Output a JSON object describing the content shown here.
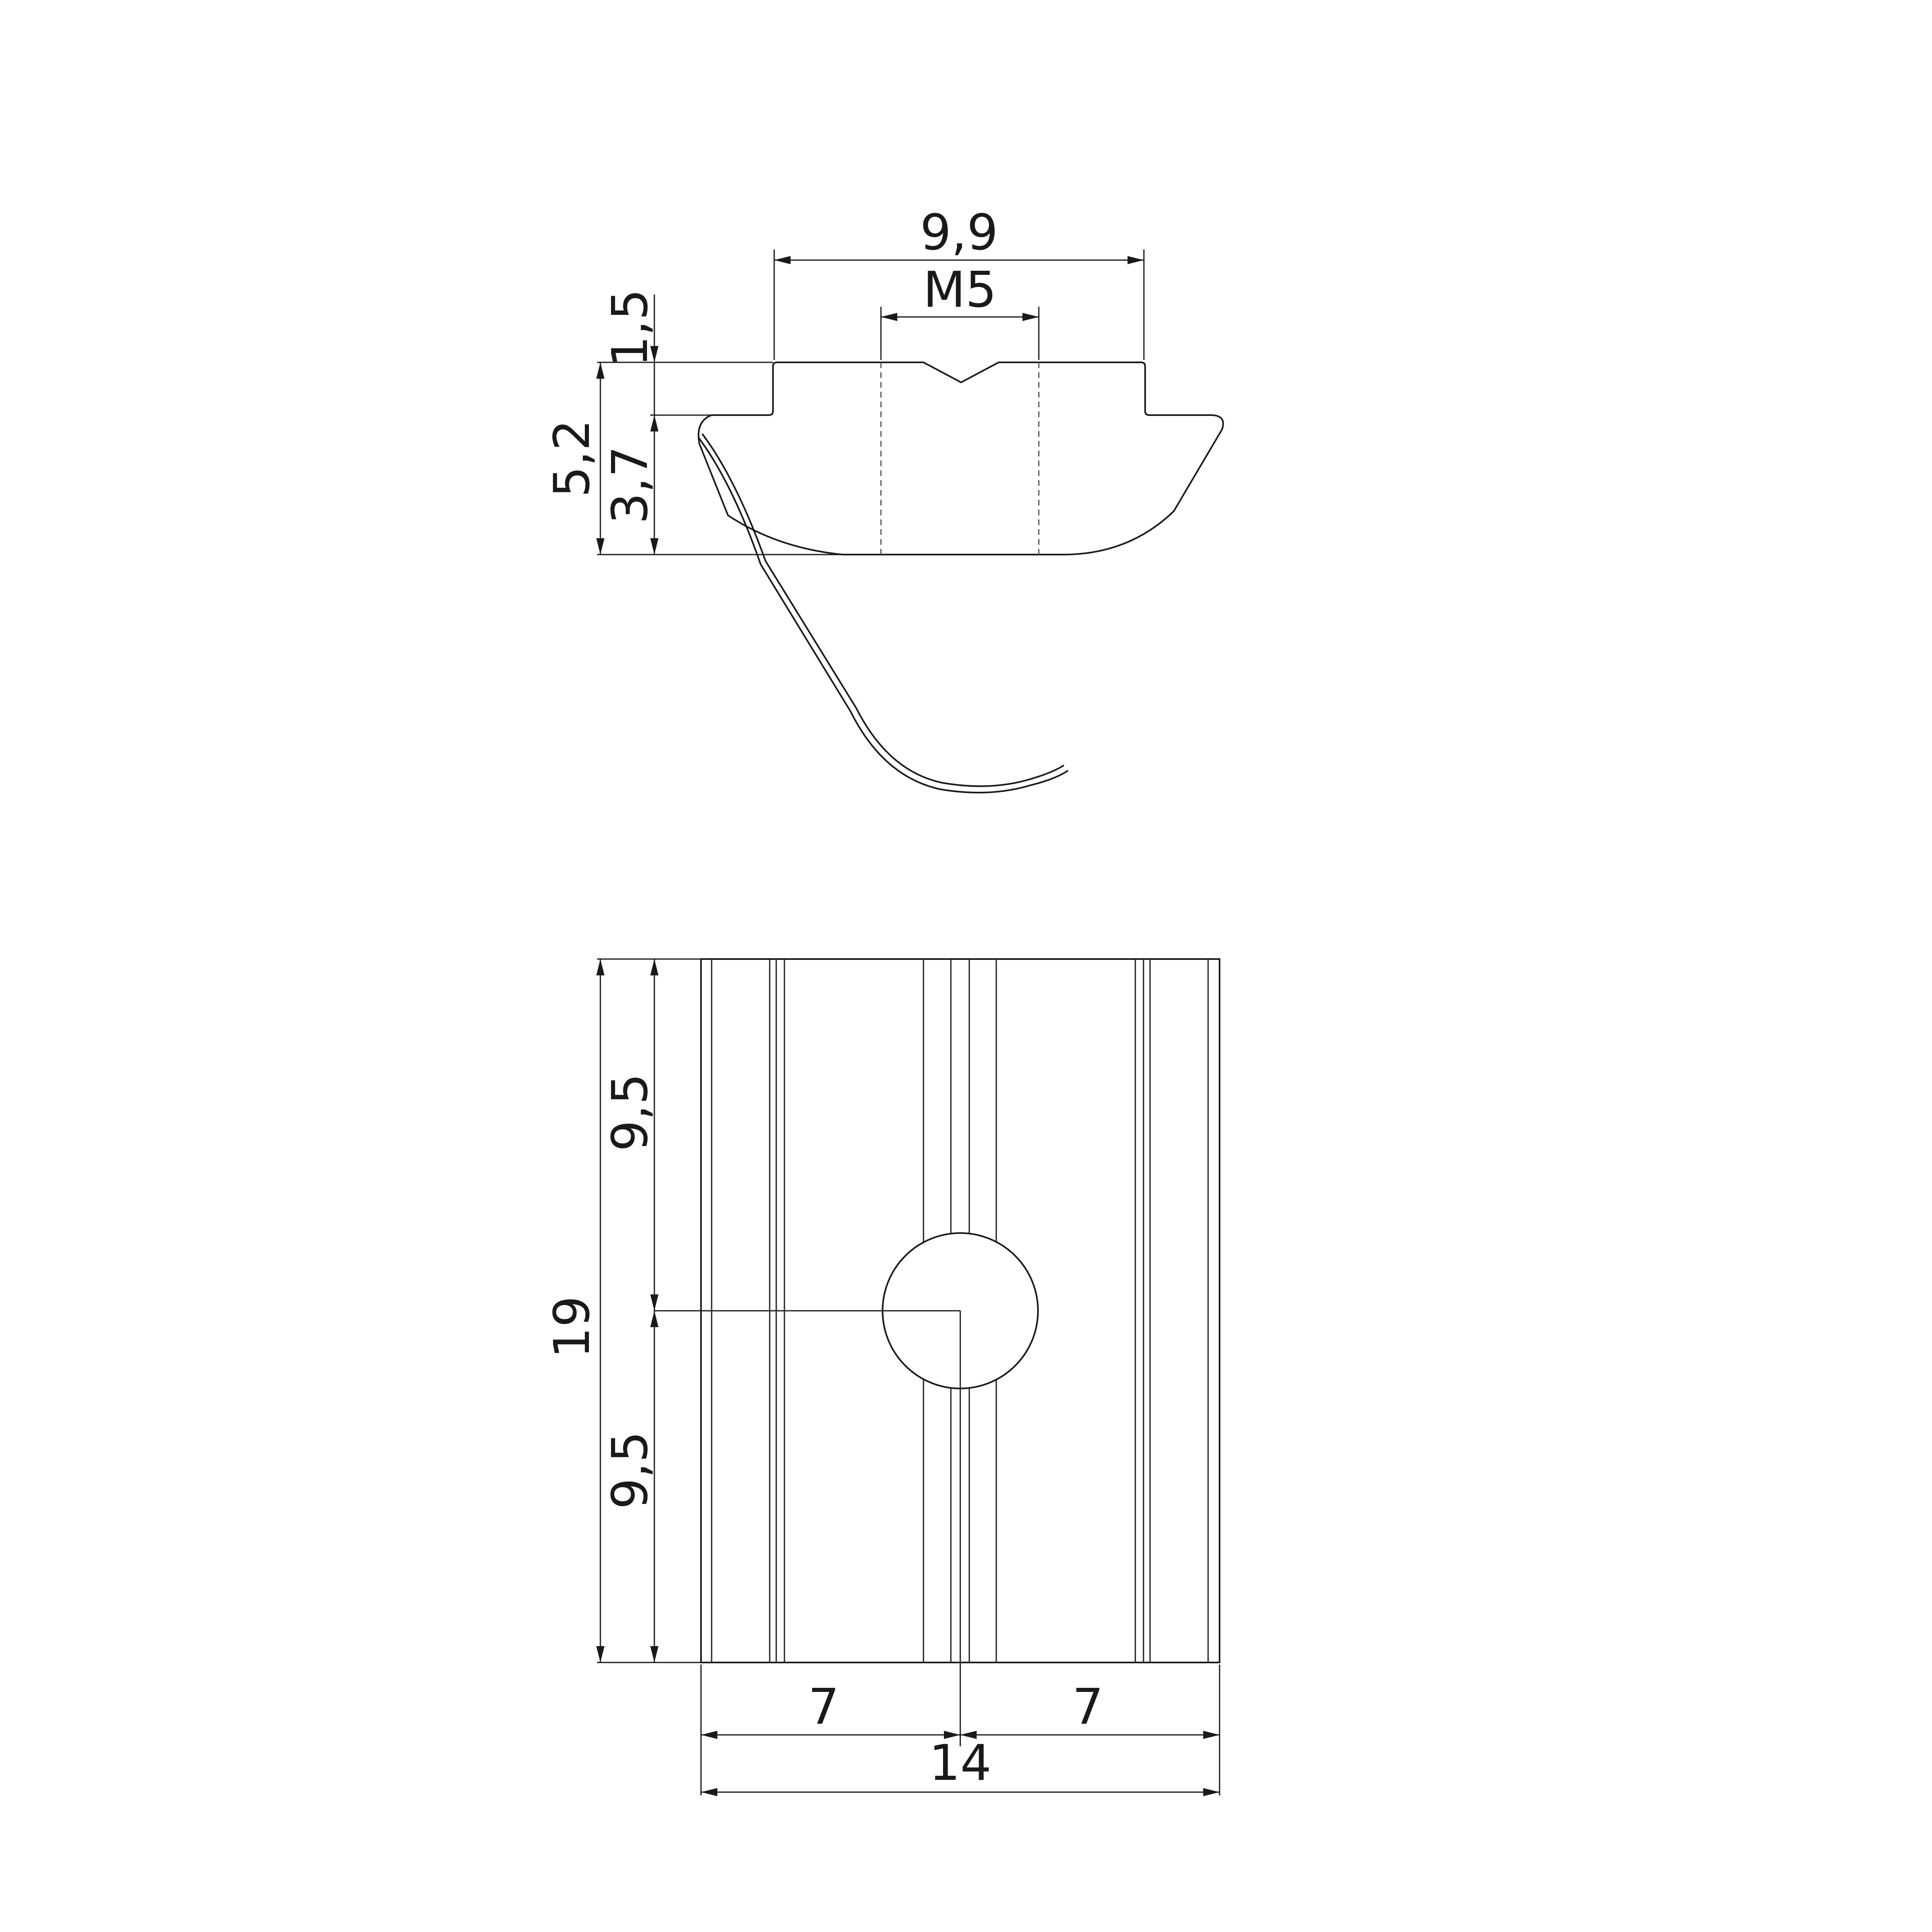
{
  "colors": {
    "line": "#1a1a1a",
    "background": "#ffffff"
  },
  "dimensions": {
    "top_width": "9,9",
    "thread": "M5",
    "top_step_height": "1,5",
    "total_height": "5,2",
    "body_height": "3,7",
    "length_upper": "9,5",
    "length_lower": "9,5",
    "total_length": "19",
    "half_width_left": "7",
    "half_width_right": "7",
    "total_width": "14"
  }
}
